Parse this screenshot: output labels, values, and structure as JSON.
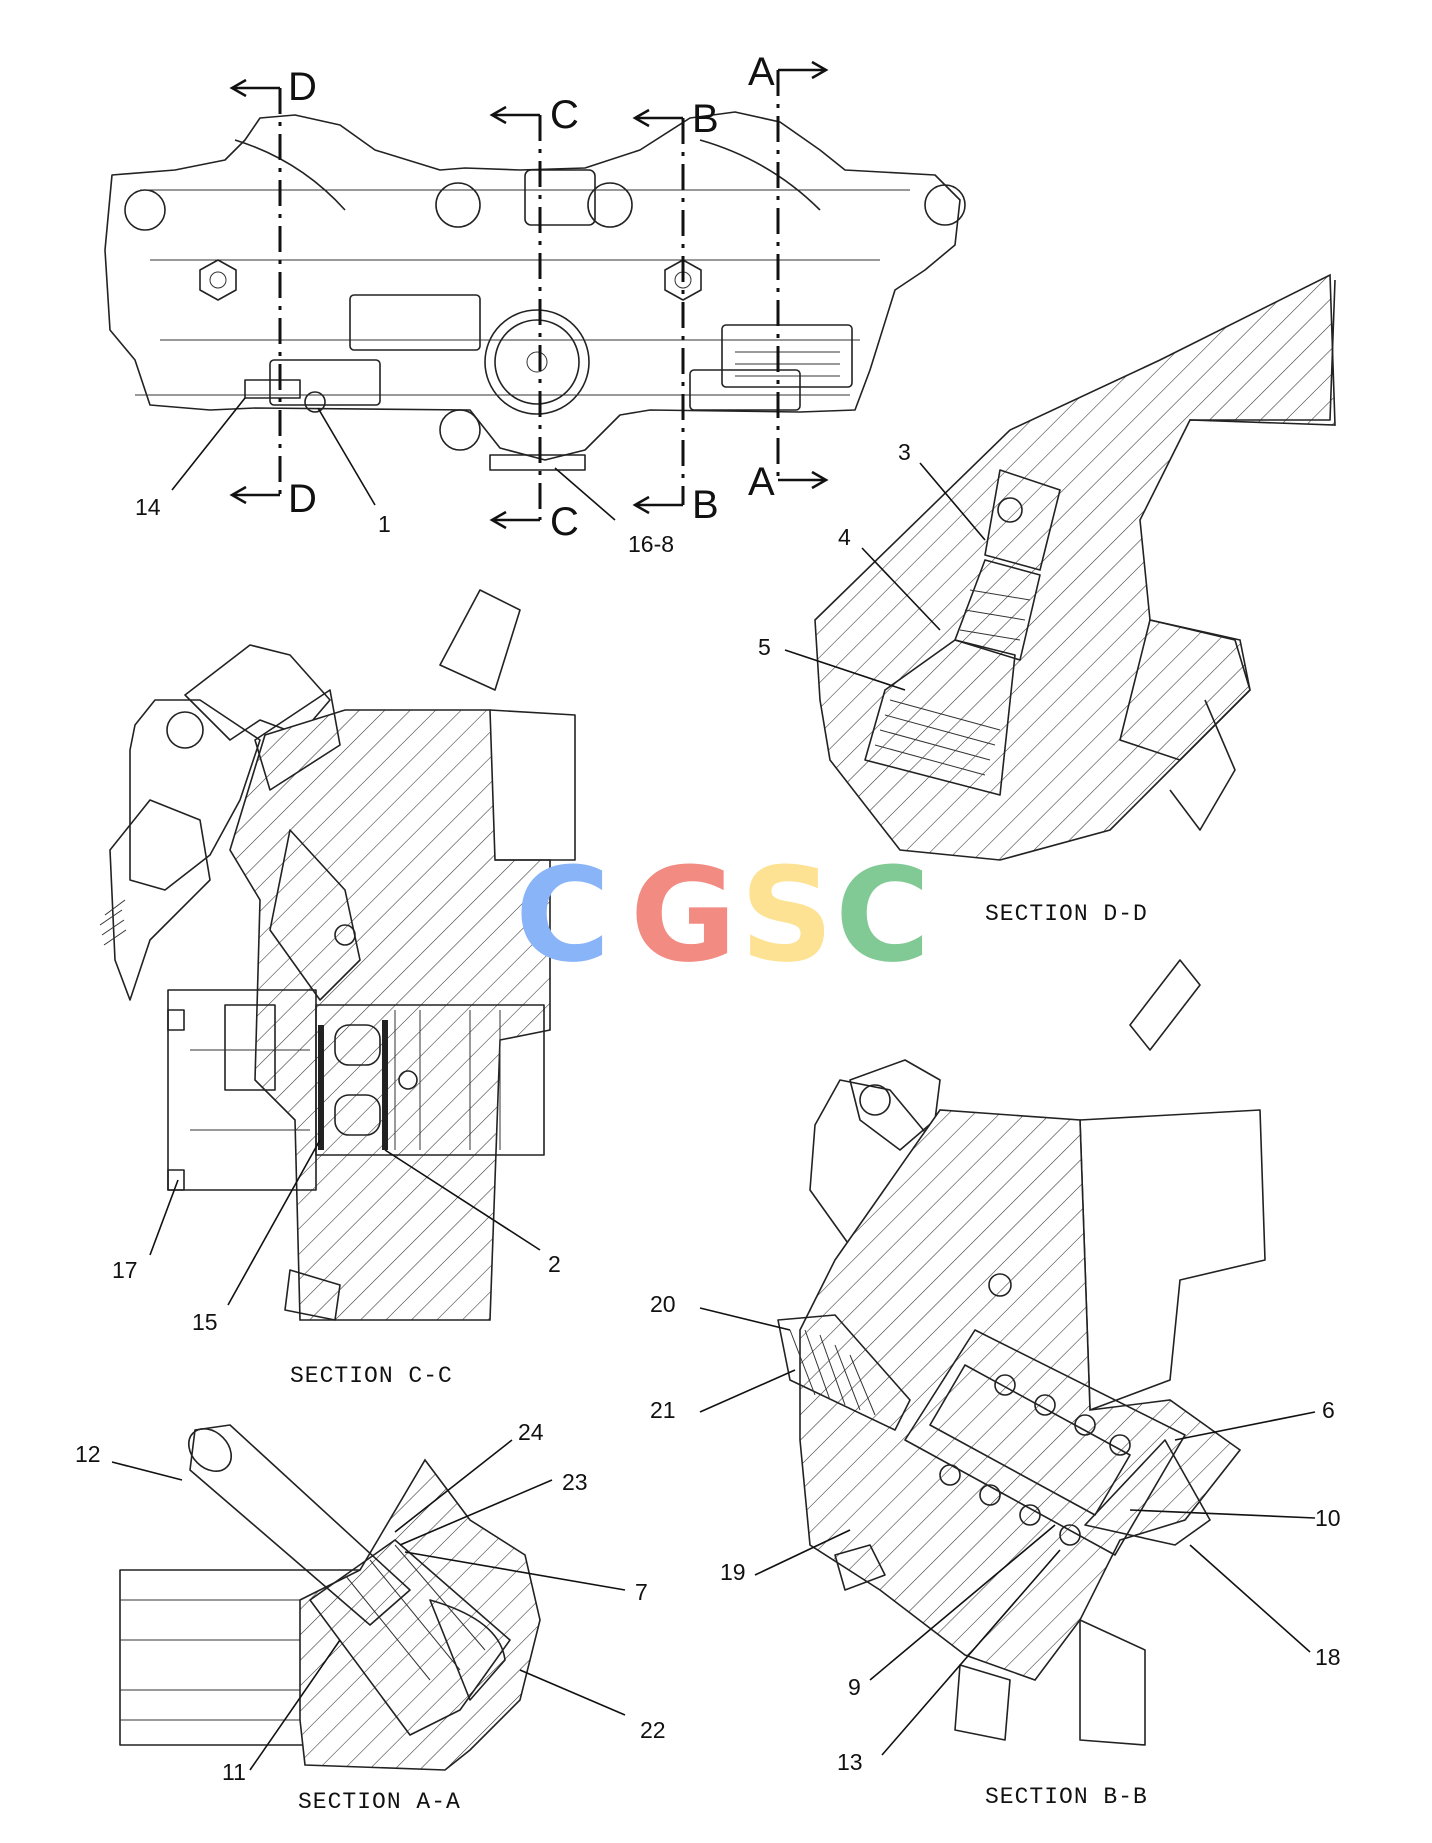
{
  "watermark": {
    "letters": [
      "C",
      "G",
      "S",
      "C"
    ],
    "colors": [
      "#8ab4f8",
      "#f28b82",
      "#fde293",
      "#81c995"
    ]
  },
  "cut_lines": {
    "A": "A",
    "B": "B",
    "C": "C",
    "D": "D"
  },
  "section_titles": {
    "d_d": "SECTION D-D",
    "c_c": "SECTION C-C",
    "a_a": "SECTION A-A",
    "b_b": "SECTION B-B"
  },
  "callouts": {
    "p1": "1",
    "p2": "2",
    "p3": "3",
    "p4": "4",
    "p5": "5",
    "p6": "6",
    "p7": "7",
    "p9": "9",
    "p10": "10",
    "p11": "11",
    "p12": "12",
    "p13": "13",
    "p14": "14",
    "p15": "15",
    "p16_8": "16-8",
    "p17": "17",
    "p18": "18",
    "p19": "19",
    "p20": "20",
    "p21": "21",
    "p22": "22",
    "p23": "23",
    "p24": "24"
  }
}
